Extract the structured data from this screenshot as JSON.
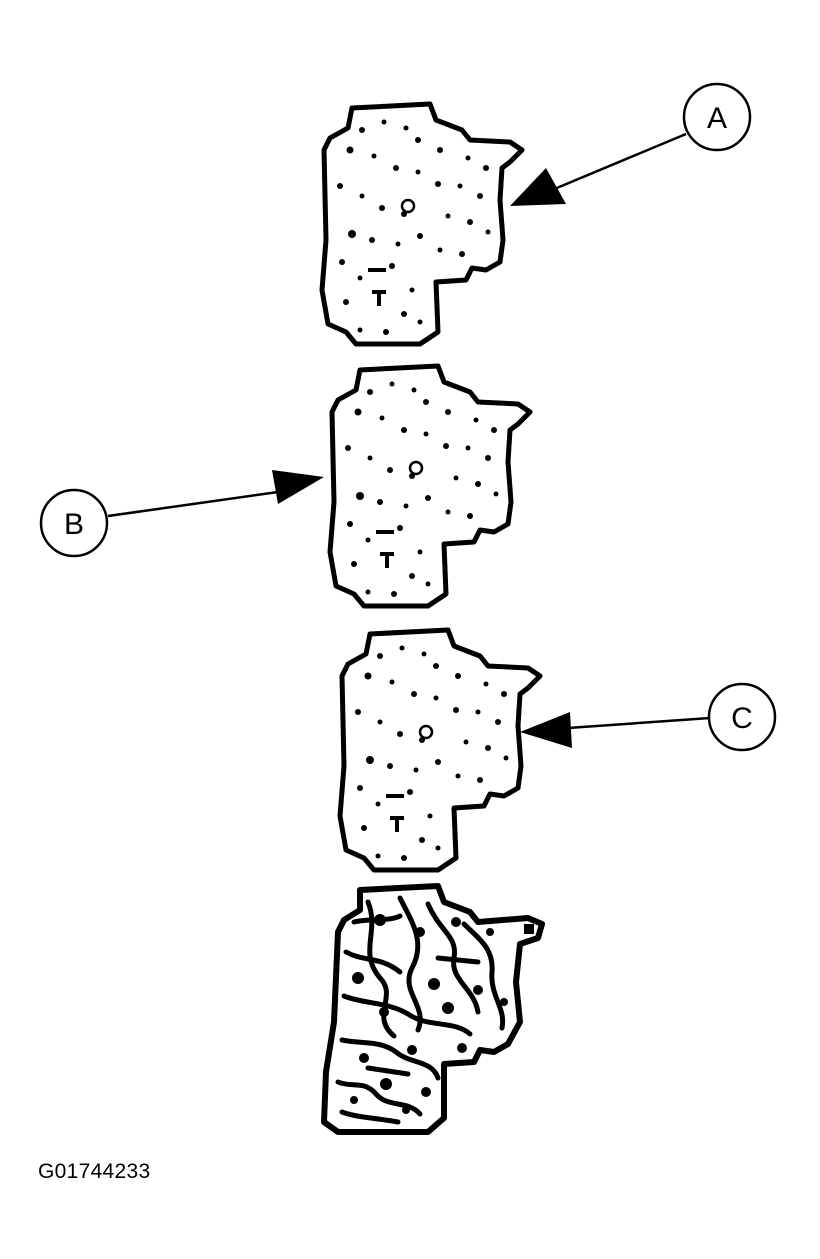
{
  "figure_id": "G01744233",
  "callouts": [
    {
      "letter": "A"
    },
    {
      "letter": "B"
    },
    {
      "letter": "C"
    }
  ]
}
